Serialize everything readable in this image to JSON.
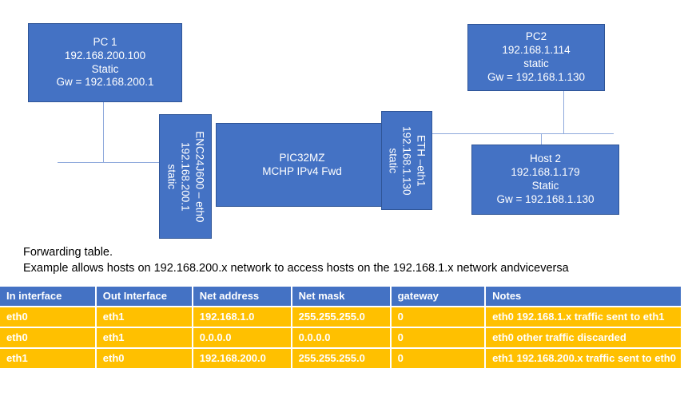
{
  "colors": {
    "node_fill": "#4472C4",
    "node_border": "#2F5597",
    "line": "#8FAADC",
    "table_header": "#4472C4",
    "table_row": "#FFC000",
    "text_on_fill": "#FFFFFF"
  },
  "diagram": {
    "pc1": {
      "line1": "PC 1",
      "line2": "192.168.200.100",
      "line3": "Static",
      "line4": "Gw = 192.168.200.1"
    },
    "pc2": {
      "line1": "PC2",
      "line2": "192.168.1.114",
      "line3": "static",
      "line4": "Gw = 192.168.1.130"
    },
    "host2": {
      "line1": "Host 2",
      "line2": "192.168.1.179",
      "line3": "Static",
      "line4": "Gw = 192.168.1.130"
    },
    "eth0_interface": {
      "line1": "ENC24J600 – eth0",
      "line2": "192.168.200.1",
      "line3": "static"
    },
    "router": {
      "line1": "PIC32MZ",
      "line2": "MCHP IPv4 Fwd"
    },
    "eth1_interface": {
      "line1": "ETH –eth1",
      "line2": "192.168.1.130",
      "line3": "static"
    }
  },
  "captions": {
    "line1": "Forwarding table.",
    "line2": "Example allows hosts on 192.168.200.x network to access hosts on the 192.168.1.x network andviceversa"
  },
  "table": {
    "headers": [
      "In interface",
      "Out Interface",
      "Net address",
      "Net mask",
      "gateway",
      "Notes"
    ],
    "rows": [
      {
        "in_interface": "eth0",
        "out_interface": "eth1",
        "net_address": "192.168.1.0",
        "net_mask": "255.255.255.0",
        "gateway": "0",
        "notes": "eth0 192.168.1.x traffic sent to eth1"
      },
      {
        "in_interface": "eth0",
        "out_interface": "eth1",
        "net_address": "0.0.0.0",
        "net_mask": "0.0.0.0",
        "gateway": "0",
        "notes": "eth0 other traffic discarded"
      },
      {
        "in_interface": "eth1",
        "out_interface": "eth0",
        "net_address": "192.168.200.0",
        "net_mask": "255.255.255.0",
        "gateway": "0",
        "notes": "eth1 192.168.200.x traffic sent to eth0"
      }
    ]
  }
}
